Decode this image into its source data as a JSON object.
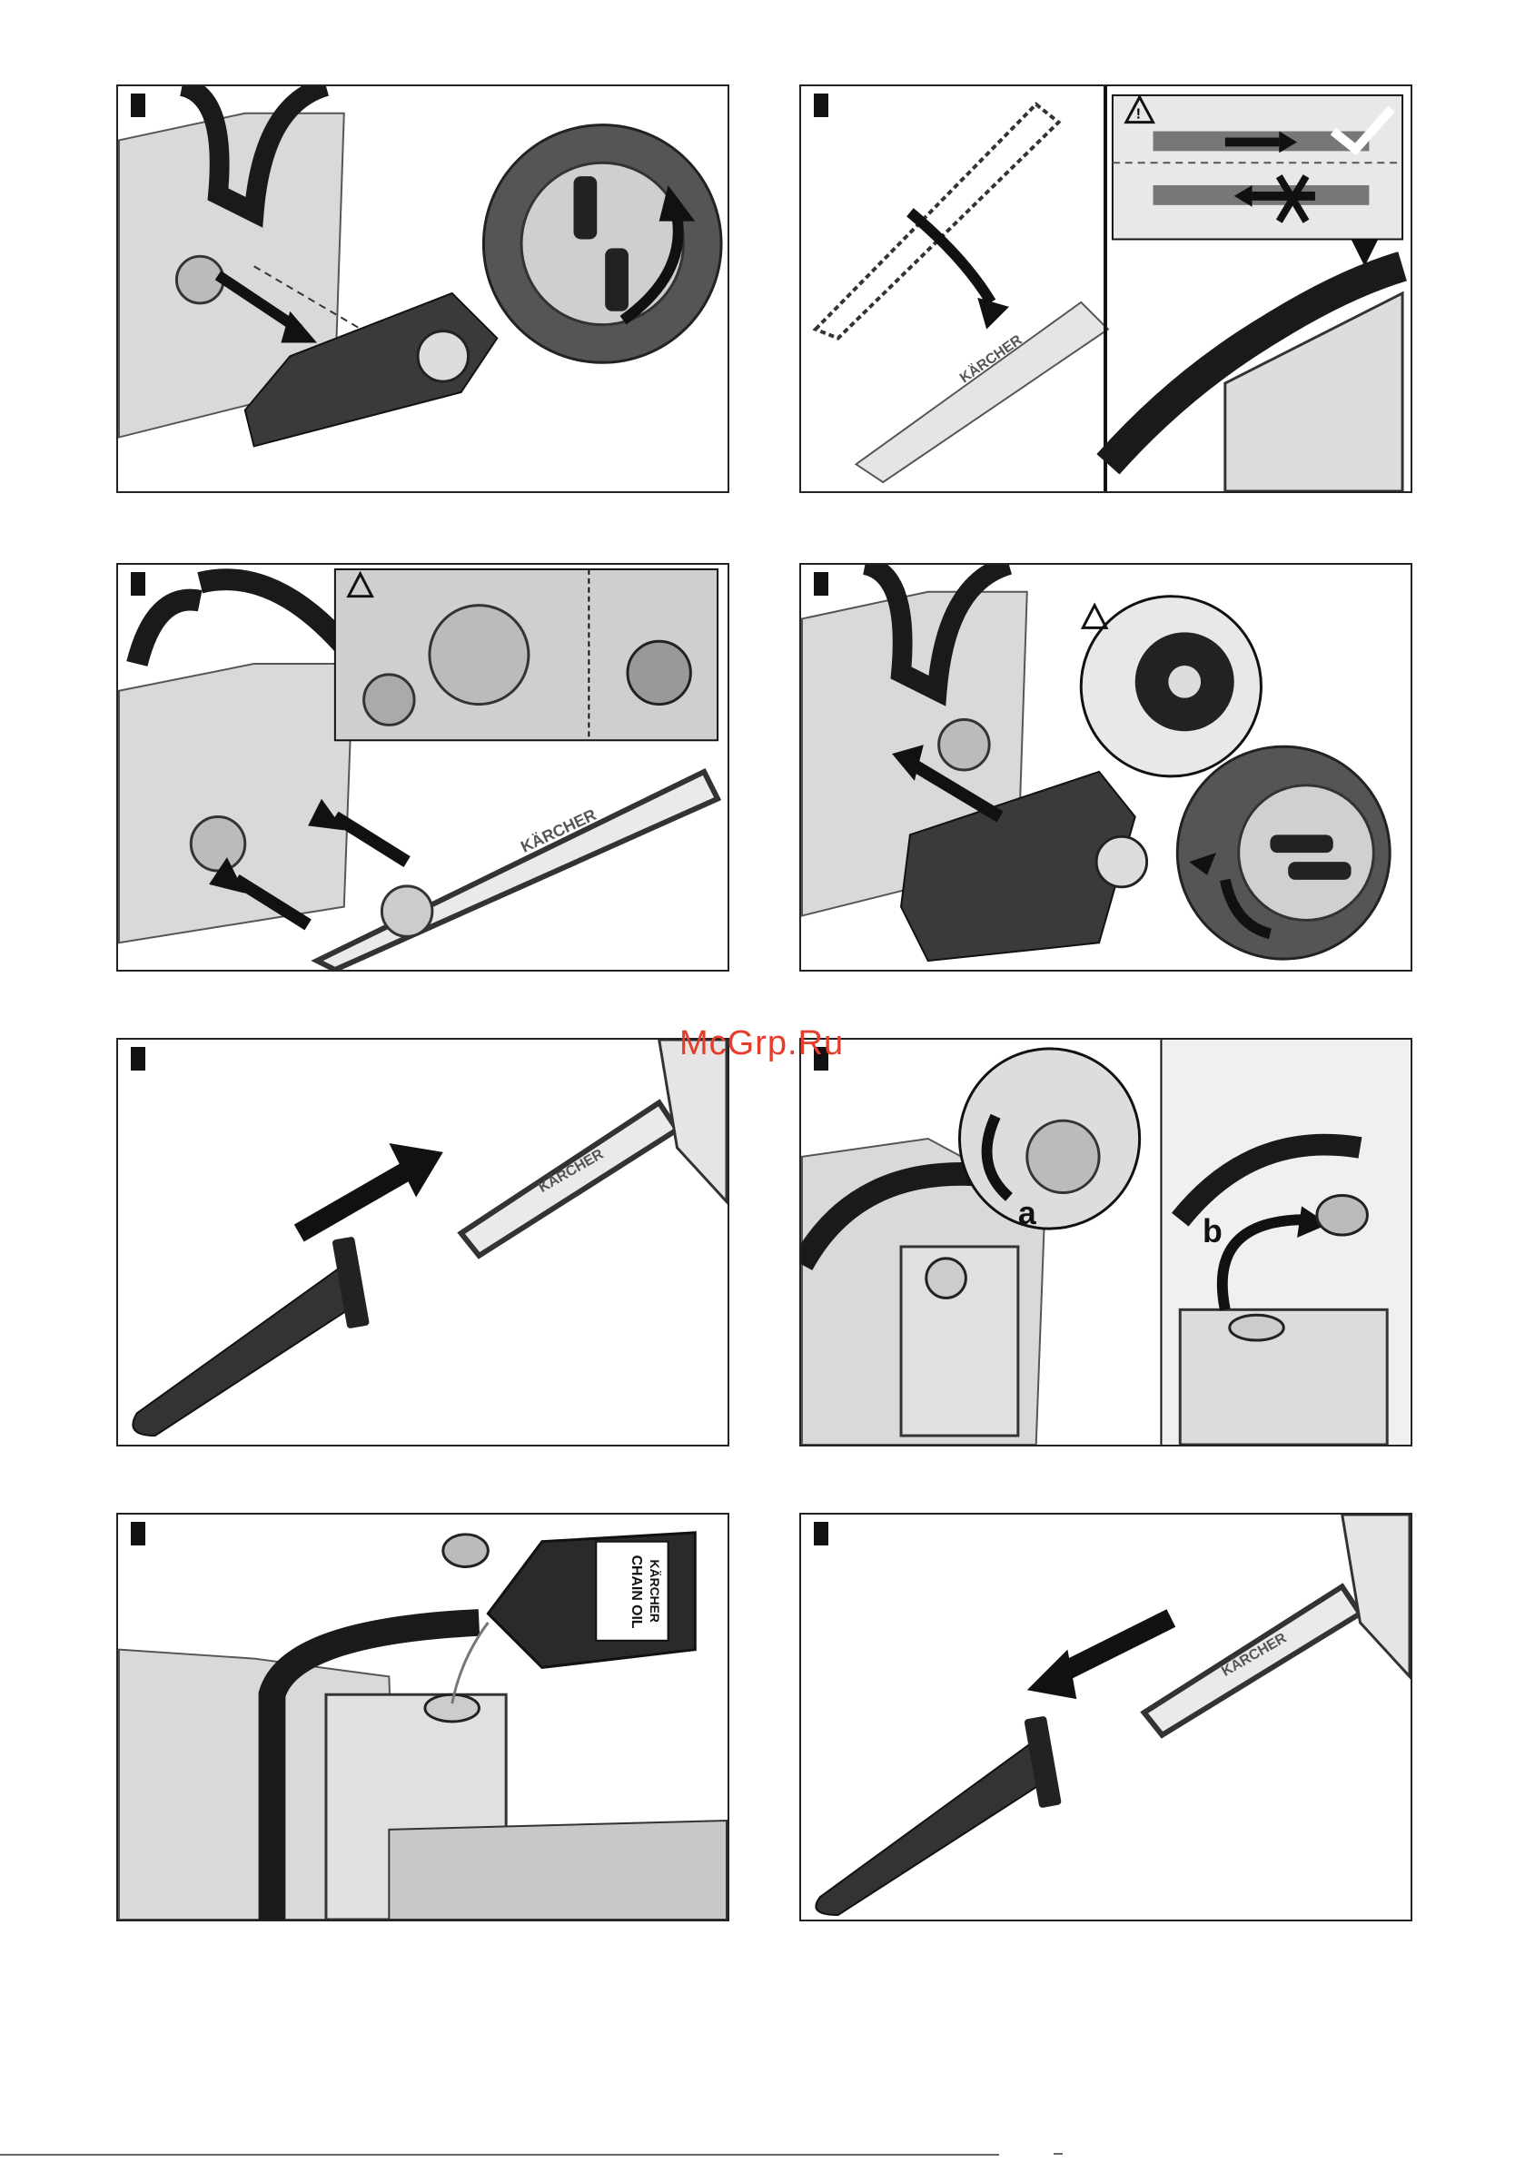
{
  "watermark": "McGrp.Ru",
  "figures": [
    {
      "id": "A",
      "label": ""
    },
    {
      "id": "B",
      "label": ""
    },
    {
      "id": "C",
      "label": ""
    },
    {
      "id": "D",
      "label": ""
    },
    {
      "id": "E",
      "label": ""
    },
    {
      "id": "F",
      "label": ""
    },
    {
      "id": "G",
      "label": ""
    },
    {
      "id": "H",
      "label": ""
    }
  ],
  "brand": "KÄRCHER",
  "callouts": {
    "a": "a",
    "b": "b"
  },
  "oil_bottle": {
    "brand": "KÄRCHER",
    "text": "CHAIN OIL"
  },
  "icons": [
    "warning-icon",
    "check-icon",
    "cross-icon",
    "arrow-icon"
  ]
}
